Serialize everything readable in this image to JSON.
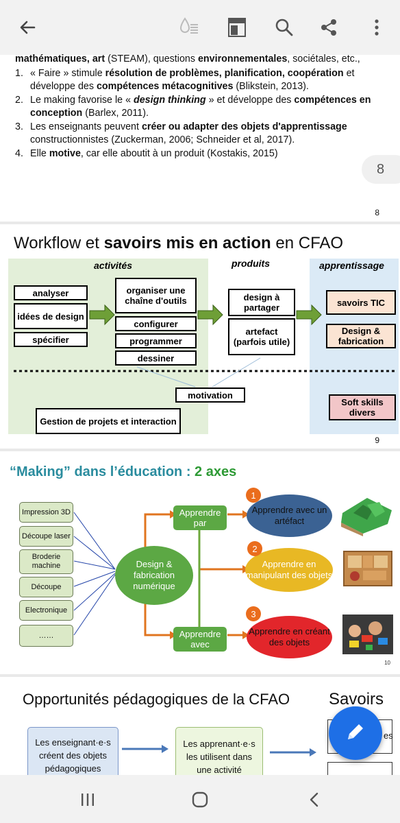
{
  "toolbar": {
    "back_icon": "arrow-left-icon",
    "reading_mode_icon": "reading-mode-icon",
    "layout_icon": "layout-icon",
    "search_icon": "search-icon",
    "share_icon": "share-icon",
    "more_icon": "more-vert-icon"
  },
  "page1": {
    "first_line_parts": [
      "mathématiques, art",
      " (STEAM), questions ",
      "environnementales",
      ", sociétales, etc.,"
    ],
    "items": [
      {
        "num": "1.",
        "l1": "« Faire » stimule ",
        "b1": "résolution de problèmes, planification, coopération",
        "l1end": " et",
        "l2": "développe des ",
        "b2": "compétences métacognitives",
        "l2end": " (Blikstein, 2013)."
      },
      {
        "num": "2.",
        "l1": "Le making favorise le « ",
        "b1": "design thinking",
        "l1end": " » et développe des ",
        "b1b": "compétences en",
        "l2b": "conception",
        "l2end": " (Barlex, 2011)."
      },
      {
        "num": "3.",
        "l1": "Les enseignants peuvent ",
        "b1": "créer ou adapter des objets d'apprentissage",
        "l2": "constructionnistes (Zuckerman, 2006; Schneider et al, 2017)."
      },
      {
        "num": "4.",
        "l1": "Elle ",
        "b1": "motive",
        "l1end": ", car elle aboutit à un produit (Kostakis, 2015)"
      }
    ],
    "page_badge": "8",
    "page_number": "8"
  },
  "page2": {
    "title_pre": "Workflow et ",
    "title_bold": "savoirs mis en action",
    "title_post": " en CFAO",
    "col_activites": "activités",
    "col_produits": "produits",
    "col_apprentissage": "apprentissage",
    "analyser": "analyser",
    "idees": "idées de design",
    "specifier": "spécifier",
    "organiser": "organiser une chaîne d'outils",
    "configurer": "configurer",
    "programmer": "programmer",
    "dessiner": "dessiner",
    "design_partager": "design à partager",
    "artefact": "artefact (parfois utile)",
    "savoirs_tic": "savoirs TIC",
    "design_fab": "Design & fabrication",
    "motivation": "motivation",
    "gestion": "Gestion de projets et interaction",
    "soft": "Soft skills divers",
    "page_number": "9"
  },
  "page3": {
    "title_q": "“Making” dans l’éducation : ",
    "title_axes": "2 axes",
    "tools": [
      "Impression 3D",
      "Découpe laser",
      "Broderie machine",
      "Découpe",
      "Electronique",
      "……"
    ],
    "center": "Design & fabrication numérique",
    "apprendre_par": "Apprendre par",
    "apprendre_avec": "Apprendre avec",
    "e1": "Apprendre avec un artéfact",
    "e2": "Apprendre en manipulant des objets",
    "e3": "Apprendre en créant des objets",
    "n1": "1",
    "n2": "2",
    "n3": "3",
    "page_number": "10"
  },
  "page4": {
    "title": "Opportunités pédagogiques de la CFAO",
    "savoirs": "Savoirs",
    "b1": "Les enseignant·e·s créent des objets pédagogiques",
    "b2": "Les apprenant·e·s les utilisent dans une activité",
    "b3_partial": "es"
  },
  "fab_icon": "edit-pencil-icon",
  "nav": {
    "recents_icon": "recents-icon",
    "home_icon": "home-icon",
    "back_icon": "nav-back-icon"
  }
}
